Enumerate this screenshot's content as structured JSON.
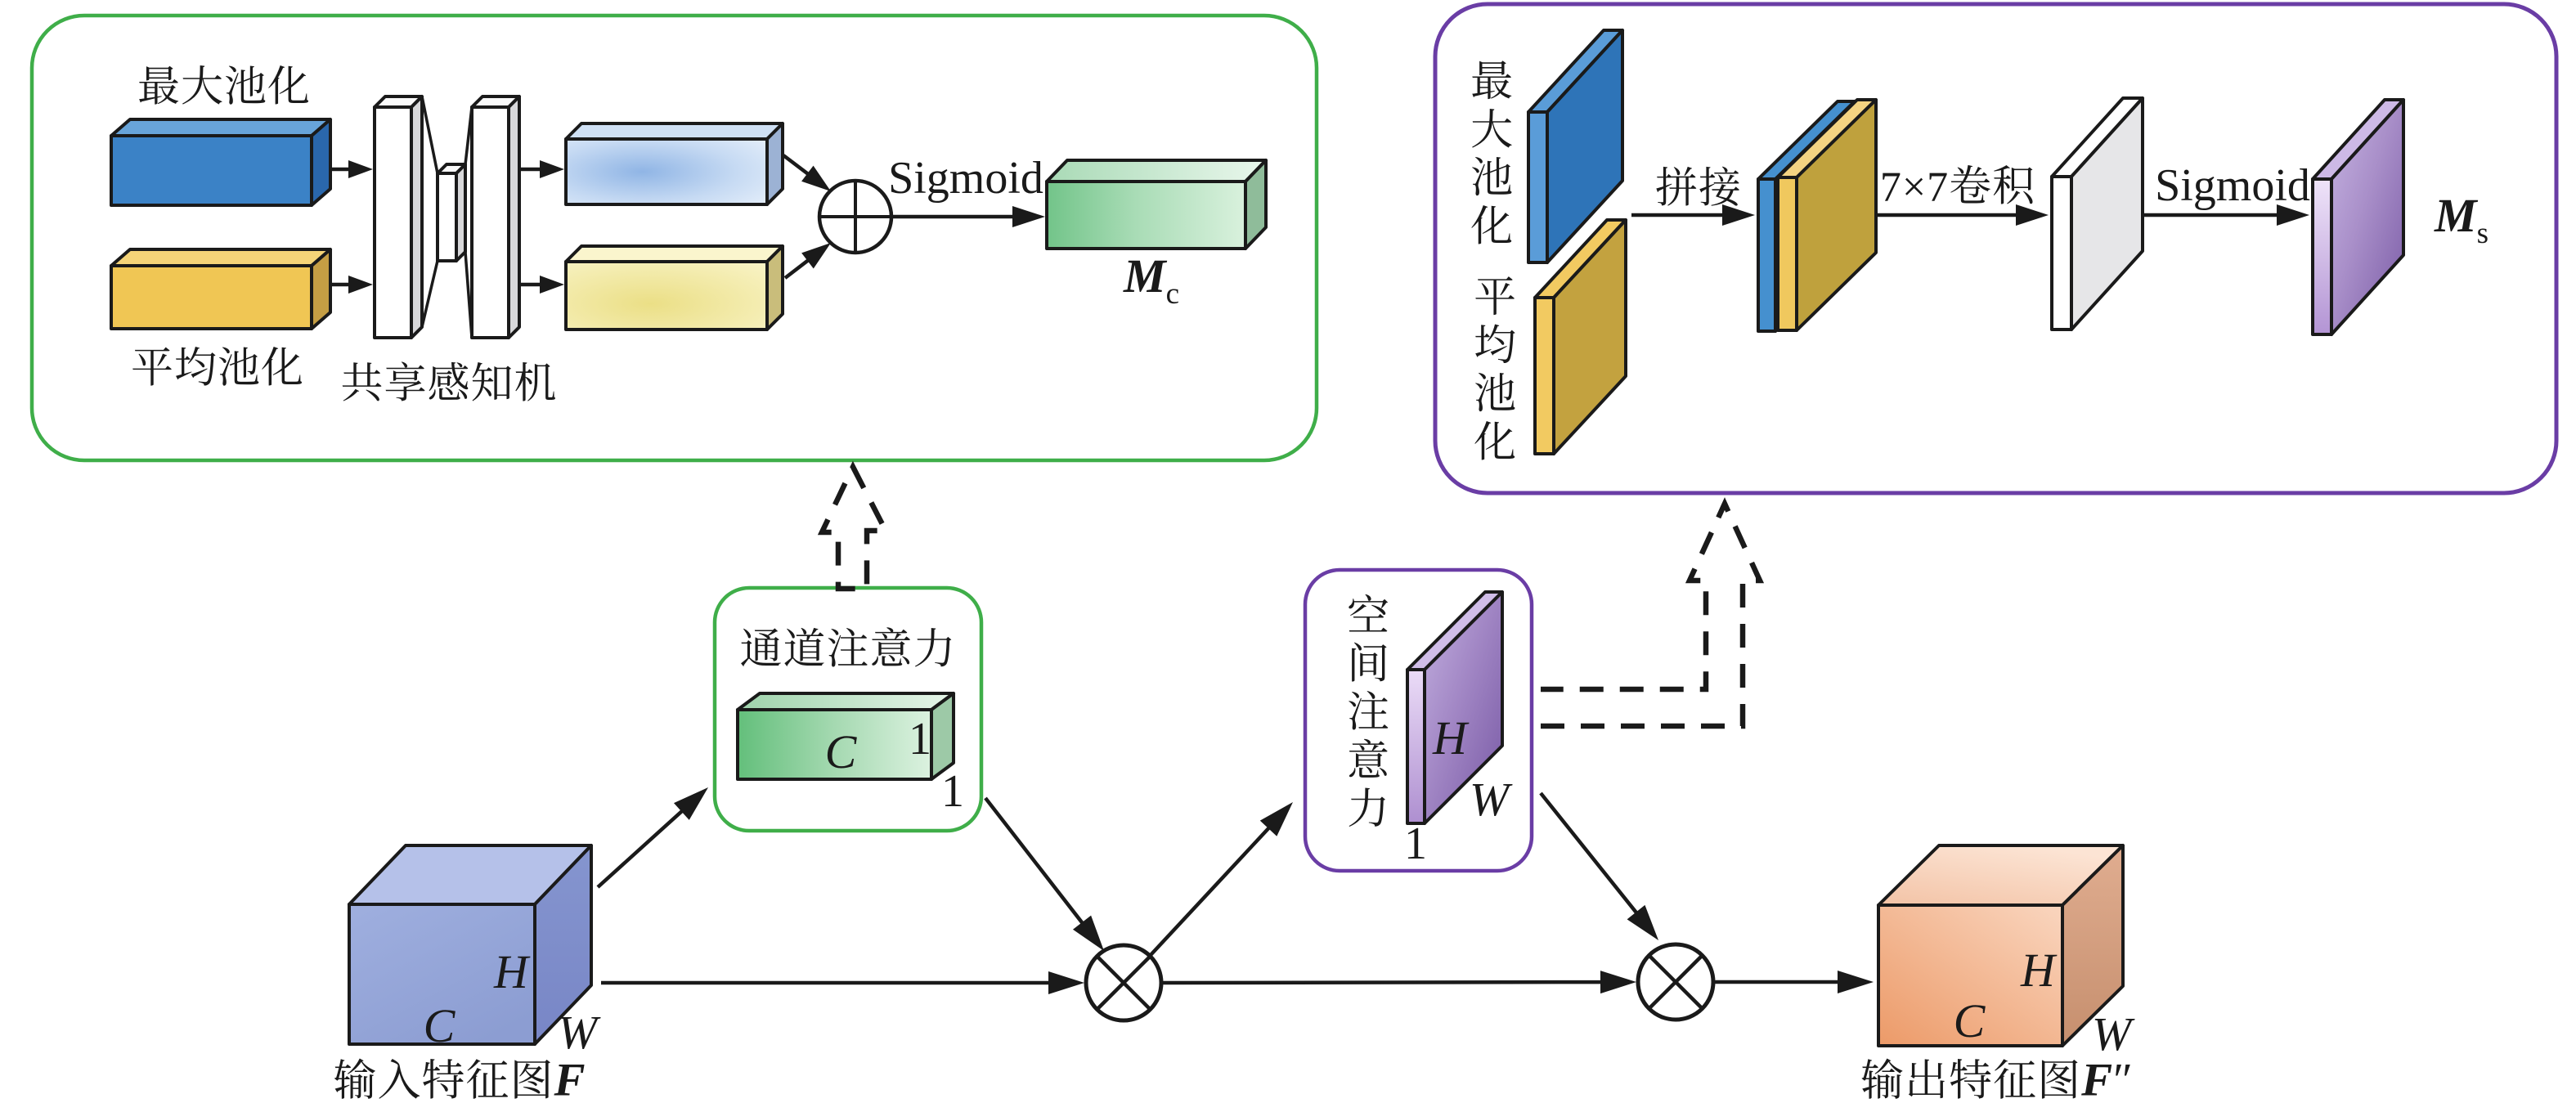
{
  "colors": {
    "panel_green": "#3fae49",
    "panel_purple": "#6a3da5",
    "ink": "#1a1a1a"
  },
  "channel_panel": {
    "maxpool_label": "最大池化",
    "avgpool_label": "平均池化",
    "shared_mlp_label": "共享感知机",
    "sigmoid_label": "Sigmoid",
    "output_symbol": {
      "base": "M",
      "sub": "c"
    }
  },
  "spatial_panel": {
    "maxpool_label": "最大池化",
    "avgpool_label": "平均池化",
    "concat_label": "拼接",
    "conv_label": "7×7卷积",
    "sigmoid_label": "Sigmoid",
    "output_symbol": {
      "base": "M",
      "sub": "s"
    }
  },
  "flow": {
    "channel_attention": {
      "label": "通道注意力",
      "dim_c": "C",
      "dim_one_right": "1",
      "dim_one_corner": "1"
    },
    "spatial_attention": {
      "label": "空间注意力",
      "dim_h": "H",
      "dim_w": "W",
      "dim_one": "1"
    },
    "input_cube": {
      "dim_c": "C",
      "dim_h": "H",
      "dim_w": "W",
      "caption": "输入特征图",
      "caption_var": "F",
      "caption_suffix": ""
    },
    "output_cube": {
      "dim_c": "C",
      "dim_h": "H",
      "dim_w": "W",
      "caption": "输出特征图",
      "caption_var": "F",
      "caption_suffix": "″"
    }
  }
}
